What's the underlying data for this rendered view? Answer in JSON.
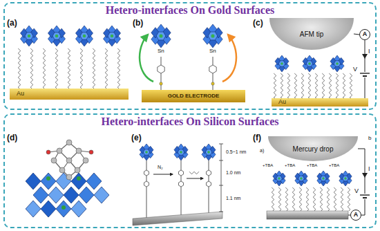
{
  "diagram": {
    "nodes": [
      {
        "text": [
          "Hetero-interfaces On Gold Surfaces"
        ]
      },
      {
        "text": [
          "Au"
        ],
        "in": 0
      },
      {
        "text": [
          "GOLD ELECTRODE"
        ],
        "in": 0
      },
      {
        "text": [
          "AFM tip"
        ],
        "in": 0
      },
      {
        "text": [
          "A"
        ],
        "in": 0
      },
      {
        "text": [
          "Au"
        ],
        "in": 0
      },
      {
        "text": [
          "Hetero-interfaces On Silicon Surfaces"
        ]
      },
      {
        "text": [
          "Mercury drop"
        ],
        "in": 6
      },
      {
        "text": [
          "A"
        ],
        "in": 6
      }
    ],
    "edges": [
      {
        "from": 3,
        "to": 4,
        "arrow": "none"
      },
      {
        "from": 4,
        "to": 5,
        "arrow": "none"
      },
      {
        "from": 7,
        "to": 8,
        "arrow": "none"
      }
    ],
    "labels": [
      "(a)",
      "(b)",
      "Sn",
      "Sn",
      "(c)",
      "I",
      "V",
      "(d)",
      "(e)",
      "N₂",
      "0.5~1 nm",
      "1.0 nm",
      "1.1 nm",
      "(f)",
      "a)",
      "b",
      "+TBA",
      "+TBA",
      "+TBA",
      "+TBA",
      "I",
      "V"
    ]
  }
}
